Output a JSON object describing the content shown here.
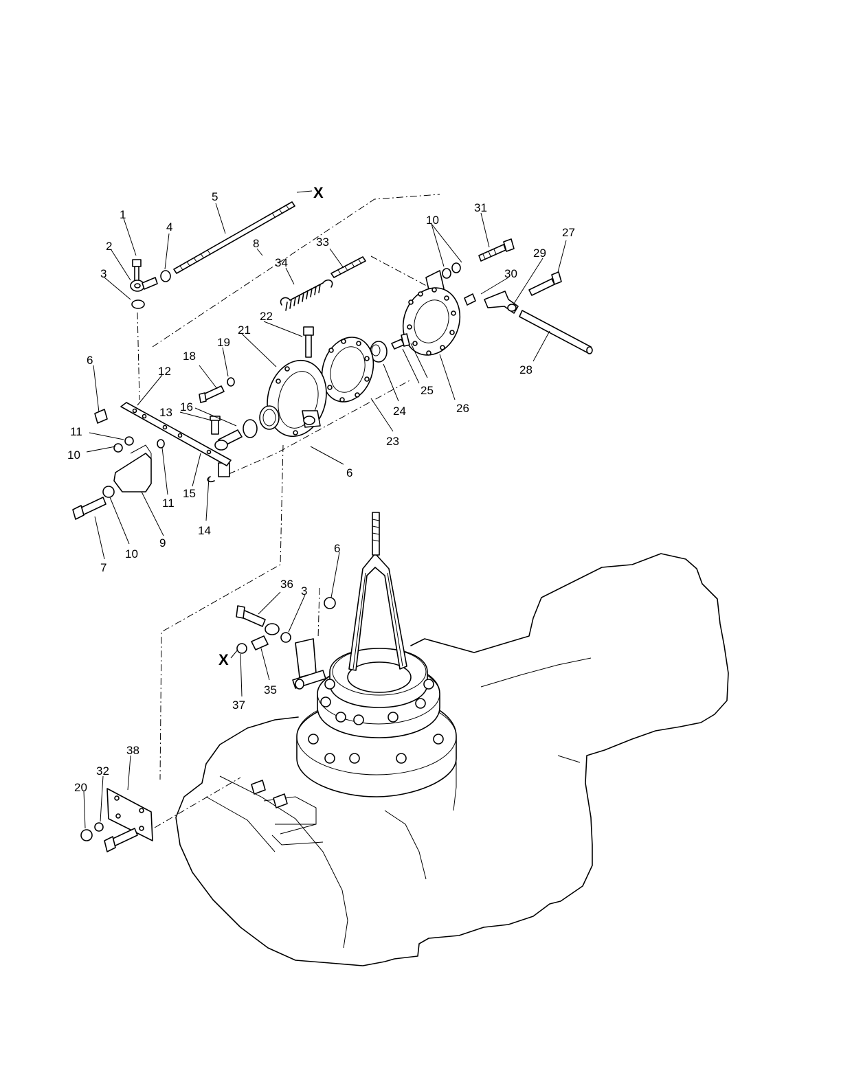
{
  "figure": {
    "callouts": [
      {
        "id": "c1",
        "text": "1"
      },
      {
        "id": "c2",
        "text": "2"
      },
      {
        "id": "c3a",
        "text": "3"
      },
      {
        "id": "c3b",
        "text": "3"
      },
      {
        "id": "c4",
        "text": "4"
      },
      {
        "id": "c5",
        "text": "5"
      },
      {
        "id": "c6a",
        "text": "6"
      },
      {
        "id": "c6b",
        "text": "6"
      },
      {
        "id": "c6c",
        "text": "6"
      },
      {
        "id": "c7",
        "text": "7"
      },
      {
        "id": "c8",
        "text": "8"
      },
      {
        "id": "c9",
        "text": "9"
      },
      {
        "id": "c10a",
        "text": "10"
      },
      {
        "id": "c10b",
        "text": "10"
      },
      {
        "id": "c10c",
        "text": "10"
      },
      {
        "id": "c11a",
        "text": "11"
      },
      {
        "id": "c11b",
        "text": "11"
      },
      {
        "id": "c12",
        "text": "12"
      },
      {
        "id": "c13",
        "text": "13"
      },
      {
        "id": "c14",
        "text": "14"
      },
      {
        "id": "c15",
        "text": "15"
      },
      {
        "id": "c16",
        "text": "16"
      },
      {
        "id": "c18",
        "text": "18"
      },
      {
        "id": "c19",
        "text": "19"
      },
      {
        "id": "c20",
        "text": "20"
      },
      {
        "id": "c21",
        "text": "21"
      },
      {
        "id": "c22",
        "text": "22"
      },
      {
        "id": "c23",
        "text": "23"
      },
      {
        "id": "c24",
        "text": "24"
      },
      {
        "id": "c25",
        "text": "25"
      },
      {
        "id": "c26",
        "text": "26"
      },
      {
        "id": "c27",
        "text": "27"
      },
      {
        "id": "c28",
        "text": "28"
      },
      {
        "id": "c29",
        "text": "29"
      },
      {
        "id": "c30",
        "text": "30"
      },
      {
        "id": "c31",
        "text": "31"
      },
      {
        "id": "c32",
        "text": "32"
      },
      {
        "id": "c33",
        "text": "33"
      },
      {
        "id": "c34",
        "text": "34"
      },
      {
        "id": "c35",
        "text": "35"
      },
      {
        "id": "c36",
        "text": "36"
      },
      {
        "id": "c37",
        "text": "37"
      },
      {
        "id": "c38",
        "text": "38"
      }
    ],
    "connection_marks": [
      {
        "id": "x1",
        "text": "X"
      },
      {
        "id": "x2",
        "text": "X"
      }
    ]
  }
}
